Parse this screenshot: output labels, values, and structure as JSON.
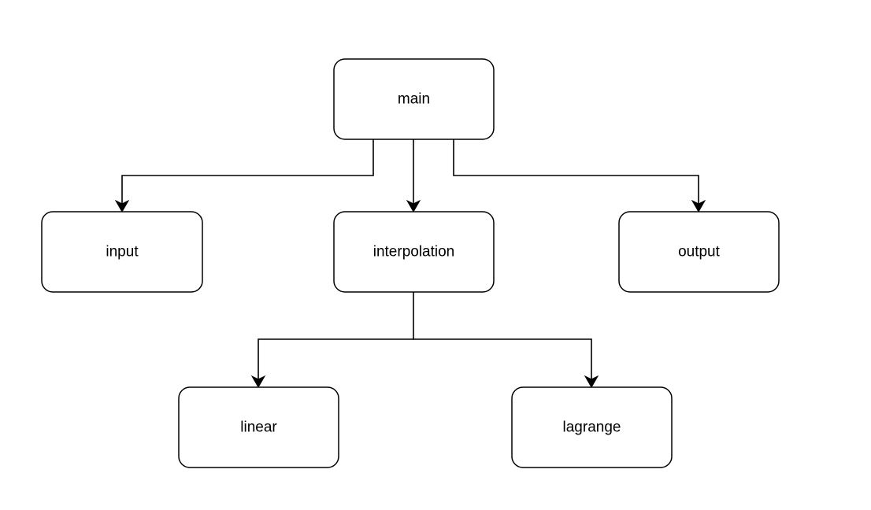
{
  "diagram": {
    "nodes": [
      {
        "id": "main",
        "label": "main"
      },
      {
        "id": "input",
        "label": "input"
      },
      {
        "id": "interpolation",
        "label": "interpolation"
      },
      {
        "id": "output",
        "label": "output"
      },
      {
        "id": "linear",
        "label": "linear"
      },
      {
        "id": "lagrange",
        "label": "lagrange"
      }
    ],
    "edges": [
      {
        "from": "main",
        "to": "input"
      },
      {
        "from": "main",
        "to": "interpolation"
      },
      {
        "from": "main",
        "to": "output"
      },
      {
        "from": "interpolation",
        "to": "linear"
      },
      {
        "from": "interpolation",
        "to": "lagrange"
      }
    ],
    "colors": {
      "stroke": "#000000",
      "fill": "#ffffff",
      "text": "#000000"
    }
  }
}
